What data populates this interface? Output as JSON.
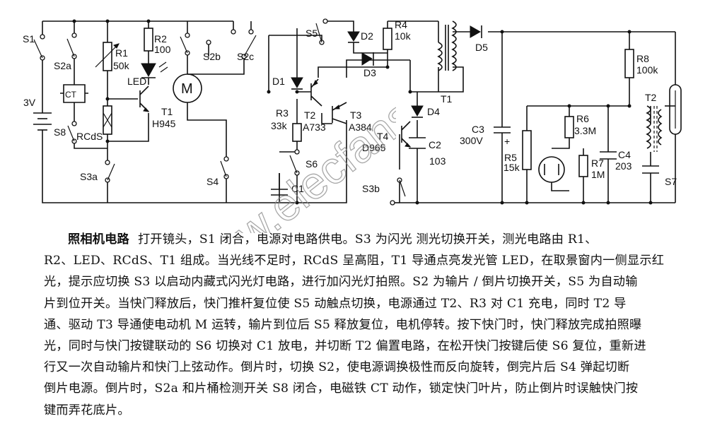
{
  "circuit_labels": {
    "s1": "S1",
    "s2a": "S2a",
    "s2b": "S2b",
    "s2c": "S2c",
    "s3a": "S3a",
    "s3b": "S3b",
    "s4": "S4",
    "s5": "S5",
    "s6": "S6",
    "s7": "S7",
    "s8": "S8",
    "battery": "3V",
    "ct": "CT",
    "rcds": "RCdS",
    "r1": "R1",
    "r1_value": "50k",
    "r2": "R2",
    "r2_value": "100",
    "led": "LED",
    "t1": "T1",
    "t1_type": "H945",
    "motor": "M",
    "d1": "D1",
    "r3": "R3",
    "r3_value": "33k",
    "t2": "T2",
    "t2_type": "A733",
    "t3": "T3",
    "t3_type": "A384",
    "c1": "C1",
    "d2": "D2",
    "d3": "D3",
    "r4": "R4",
    "r4_value": "10k",
    "d5": "D5",
    "d4": "D4",
    "t4": "T4",
    "t4_type": "D965",
    "c2": "C2",
    "c2_value": "103",
    "transformer1": "T1",
    "c3": "C3",
    "c3_value": "300V",
    "r5": "R5",
    "r5_value": "15k",
    "r6": "R6",
    "r6_value": "3.3M",
    "r7": "R7",
    "r7_value": "1M",
    "c4": "C4",
    "c4_value": "203",
    "r8": "R8",
    "r8_value": "100k",
    "transformer2": "T2"
  },
  "watermark": "www.elecfans.com",
  "description": {
    "title": "照相机电路",
    "lines": [
      "打开镜头，S1 闭合，电源对电路供电。S3 为闪光 测光切换开关，测光电路由 R1、",
      "R2、LED、RCdS、T1 组成。当光线不足时，RCdS 呈高阻，T1 导通点亮发光管 LED，在取景窗内一侧显示红",
      "光，提示应切换 S3 以启动内藏式闪光灯电路，进行加闪光灯拍照。S2 为输片 / 倒片切换开关，S5 为自动输",
      "片到位开关。当快门释放后，快门推杆复位使 S5 动触点切换，电源通过 T2、R3 对 C1 充电，同时 T2 导",
      "通、驱动 T3 导通使电动机 M 运转，输片到位后 S5 释放复位，电机停转。按下快门时，快门释放完成拍照曝",
      "光，同时与快门按键联动的 S6 切换对 C1 放电，并切断 T2 偏置电路，在松开快门按键后使 S6 复位，重新进",
      "行又一次自动输片和快门上弦动作。倒片时，切换 S2，使电源调换极性而反向旋转，倒完片后 S4 弹起切断",
      "倒片电源。倒片时，S2a 和片桶检测开关 S8 闭合，电磁铁 CT 动作，锁定快门叶片，防止倒片时误触快门按",
      "键而弄花底片。"
    ]
  }
}
